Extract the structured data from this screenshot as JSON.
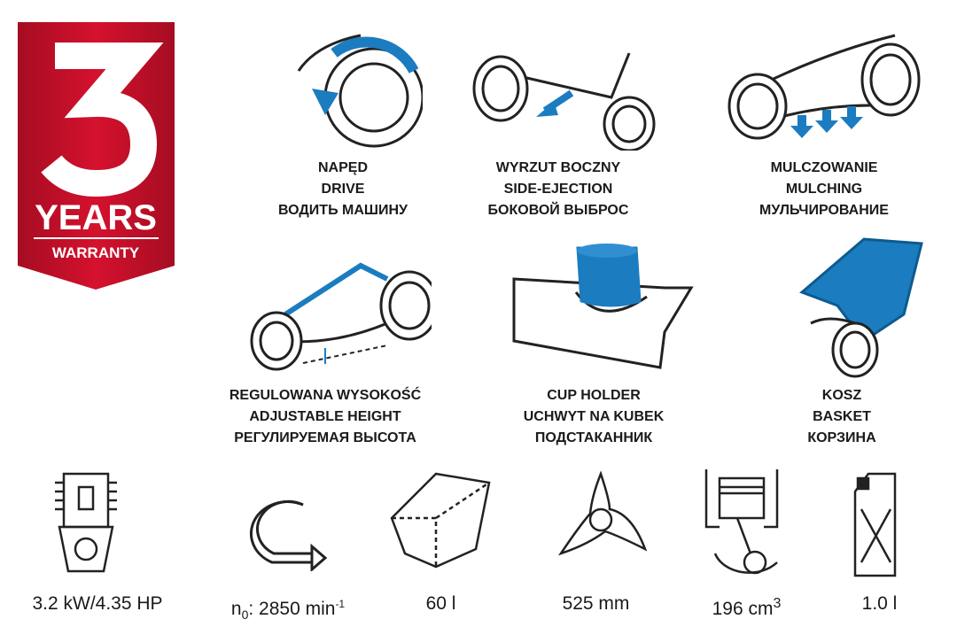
{
  "warranty": {
    "number": "3",
    "years": "YEARS",
    "warranty": "WARRANTY",
    "color": "#c8102e"
  },
  "accent_color": "#1b7cc0",
  "features": [
    {
      "icon": "drive-wheel-icon",
      "lines": [
        "NAPĘD",
        "DRIVE",
        "ВОДИТЬ МАШИНУ"
      ]
    },
    {
      "icon": "side-ejection-icon",
      "lines": [
        "WYRZUT BOCZNY",
        "SIDE-EJECTION",
        "БОКОВОЙ ВЫБРОС"
      ]
    },
    {
      "icon": "mulching-icon",
      "lines": [
        "MULCZOWANIE",
        "MULCHING",
        "МУЛЬЧИРОВАНИЕ"
      ]
    },
    {
      "icon": "adjustable-height-icon",
      "lines": [
        "REGULOWANA WYSOKOŚĆ",
        "ADJUSTABLE HEIGHT",
        "РЕГУЛИРУЕМАЯ ВЫСОТА"
      ]
    },
    {
      "icon": "cup-holder-icon",
      "lines": [
        "CUP HOLDER",
        "UCHWYT NA KUBEK",
        "ПОДСТАКАННИК"
      ]
    },
    {
      "icon": "basket-icon",
      "lines": [
        "KOSZ",
        "BASKET",
        "КОРЗИНА"
      ]
    }
  ],
  "specs": [
    {
      "icon": "engine-icon",
      "value": "3.2 kW/4.35 HP"
    },
    {
      "icon": "rotation-speed-icon",
      "prefix": "n",
      "sub": "0",
      "value": ": 2850 min",
      "sup": "-1"
    },
    {
      "icon": "grass-bag-icon",
      "value": "60 l"
    },
    {
      "icon": "blade-icon",
      "value": "525 mm"
    },
    {
      "icon": "piston-icon",
      "value": "196 cm",
      "sup": "3"
    },
    {
      "icon": "fuel-can-icon",
      "value": "1.0 l"
    }
  ]
}
